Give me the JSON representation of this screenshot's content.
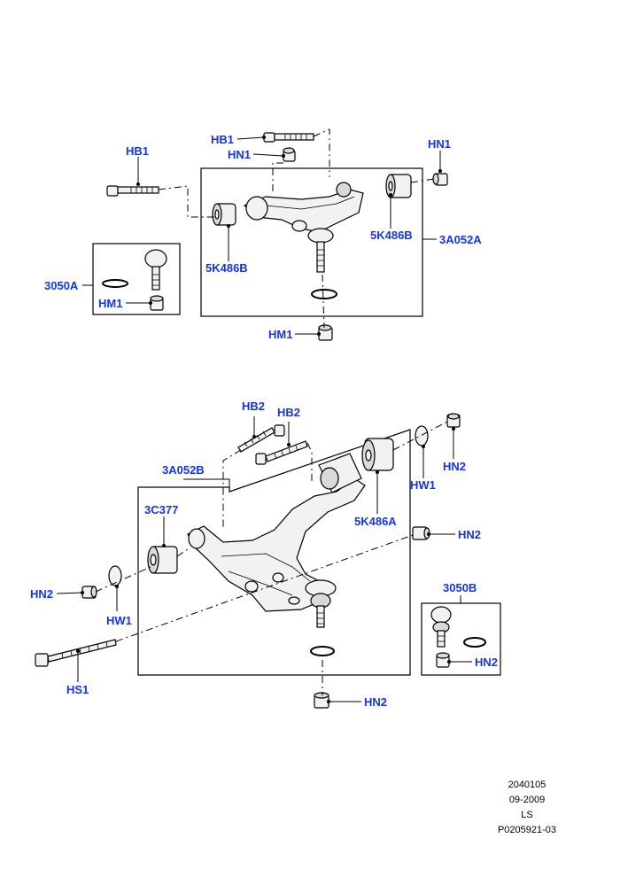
{
  "labels": {
    "hb1_top": "HB1",
    "hn1_top": "HN1",
    "hb1_left": "HB1",
    "hn1_right": "HN1",
    "kit_3050a": "3050A",
    "hm1_kit": "HM1",
    "bush_5k486b_left": "5K486B",
    "bush_5k486b_right": "5K486B",
    "arm_3a052a": "3A052A",
    "hm1_bottom": "HM1",
    "hb2_left": "HB2",
    "hb2_right": "HB2",
    "arm_3a052b": "3A052B",
    "hn2_top_right": "HN2",
    "hw1_right": "HW1",
    "bush_5k486a": "5K486A",
    "bush_3c377": "3C377",
    "hn2_mid_right": "HN2",
    "hn2_left": "HN2",
    "hw1_left": "HW1",
    "kit_3050b": "3050B",
    "hn2_kit": "HN2",
    "hs1": "HS1",
    "hn2_bottom": "HN2"
  },
  "footer": {
    "line1": "2040105",
    "line2": "09-2009",
    "line3": "LS",
    "line4": "P0205921-03"
  }
}
